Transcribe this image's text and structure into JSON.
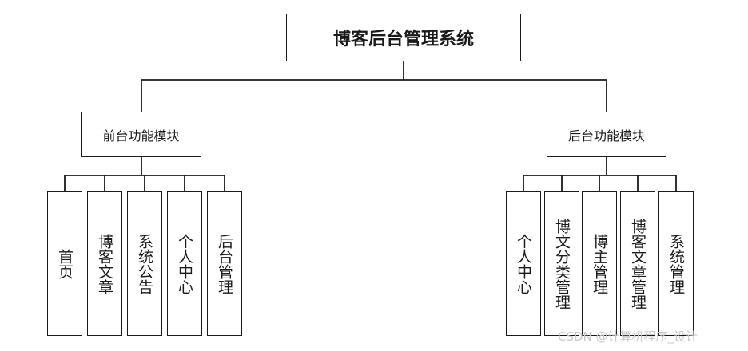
{
  "root": {
    "label": "博客后台管理系统"
  },
  "groups": [
    {
      "label": "前台功能模块",
      "children": [
        "首页",
        "博客文章",
        "系统公告",
        "个人中心",
        "后台管理"
      ]
    },
    {
      "label": "后台功能模块",
      "children": [
        "个人中心",
        "博文分类管理",
        "博主管理",
        "博客文章管理",
        "系统管理"
      ]
    }
  ],
  "watermark": "CSDN @计算机程序_设计"
}
